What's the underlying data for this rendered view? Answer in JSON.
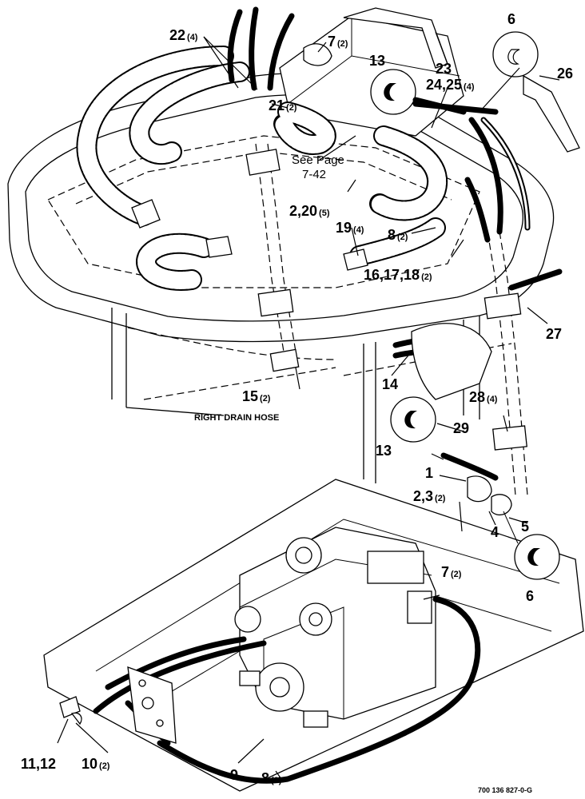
{
  "figure_id": "700 136 827-0-G",
  "note": {
    "line1": "See Page",
    "line2": "7-42"
  },
  "drain_label": "RIGHT DRAIN HOSE",
  "callouts": [
    {
      "id": "c22",
      "num": "22",
      "qty": "(4)"
    },
    {
      "id": "c7a",
      "num": "7",
      "qty": "(2)"
    },
    {
      "id": "c23",
      "num": "23",
      "qty": ""
    },
    {
      "id": "c6a",
      "num": "6",
      "qty": ""
    },
    {
      "id": "c13a",
      "num": "13",
      "qty": ""
    },
    {
      "id": "c2425",
      "num": "24,25",
      "qty": "(4)"
    },
    {
      "id": "c26",
      "num": "26",
      "qty": ""
    },
    {
      "id": "c21",
      "num": "21",
      "qty": "(2)"
    },
    {
      "id": "c220",
      "num": "2,20",
      "qty": "(5)"
    },
    {
      "id": "c19",
      "num": "19",
      "qty": "(4)"
    },
    {
      "id": "c8a",
      "num": "8",
      "qty": "(2)"
    },
    {
      "id": "c161718",
      "num": "16,17,18",
      "qty": "(2)"
    },
    {
      "id": "c27",
      "num": "27",
      "qty": ""
    },
    {
      "id": "c14",
      "num": "14",
      "qty": ""
    },
    {
      "id": "c15",
      "num": "15",
      "qty": "(2)"
    },
    {
      "id": "c28",
      "num": "28",
      "qty": "(4)"
    },
    {
      "id": "c13b",
      "num": "13",
      "qty": ""
    },
    {
      "id": "c29",
      "num": "29",
      "qty": ""
    },
    {
      "id": "c1",
      "num": "1",
      "qty": ""
    },
    {
      "id": "c23b",
      "num": "2,3",
      "qty": "(2)"
    },
    {
      "id": "c5",
      "num": "5",
      "qty": ""
    },
    {
      "id": "c4",
      "num": "4",
      "qty": ""
    },
    {
      "id": "c6b",
      "num": "6",
      "qty": ""
    },
    {
      "id": "c7b",
      "num": "7",
      "qty": "(2)"
    },
    {
      "id": "c1112",
      "num": "11,12",
      "qty": ""
    },
    {
      "id": "c10",
      "num": "10",
      "qty": "(2)"
    },
    {
      "id": "c9",
      "num": "9",
      "qty": ""
    },
    {
      "id": "c8b",
      "num": "8",
      "qty": "(2)"
    }
  ]
}
